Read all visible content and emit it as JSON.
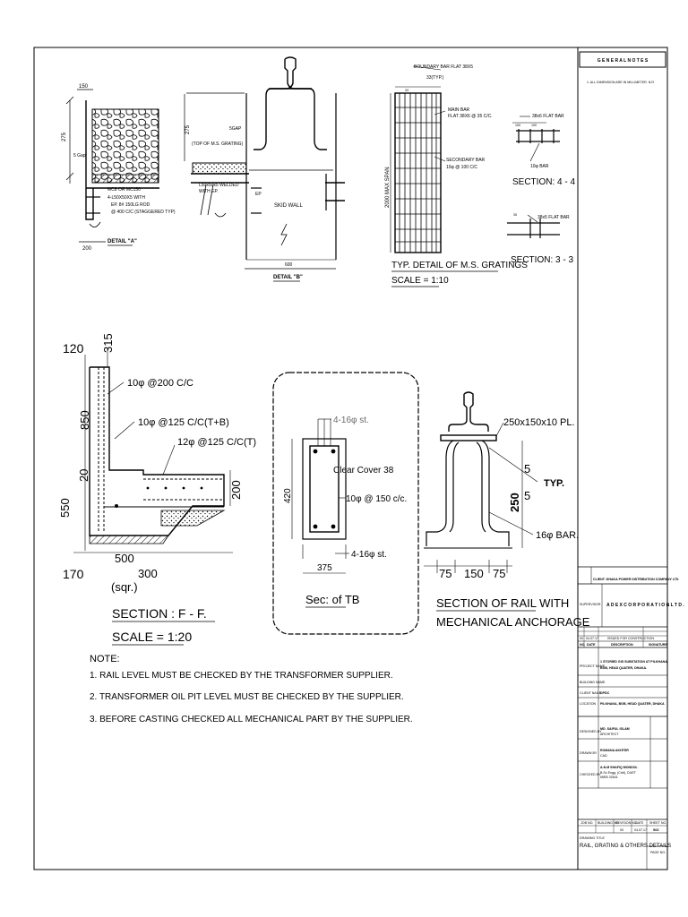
{
  "general_notes": {
    "title": "G E N E R A L   N O T E S",
    "note1": "1. ALL DIMENSION ARE IN MILLIMETER. N.R"
  },
  "detail_a": {
    "dim_top": "150",
    "dim_side": "275",
    "gap": "5 Gap",
    "mc": "MC8 OR MC150",
    "label1": "4-L50X50X5 WITH",
    "label2": "EP. 8# 150LG ROD",
    "label3": "@ 400 C/C (STAGGERED TYP)",
    "dim_bottom": "200",
    "title": "DETAIL \"A\""
  },
  "detail_b": {
    "dim_side": "275",
    "gap": "5GAP",
    "top_label": "(TOP OF M.S. GRATING)",
    "angle1": "L50x50x5 WELDED",
    "angle2": "WITH EP.",
    "ep": "EP",
    "skid": "SKID WALL",
    "dim_bottom": "600",
    "title": "DETAIL \"B\""
  },
  "grating": {
    "boundary1": "BOUNDARY BAR FLAT 38X5",
    "boundary2": "33(TYP.)",
    "dim33": "33",
    "main1": "MAIN BAR",
    "main2": "FLAT 38X6 @ 35 C/C.",
    "sec1": "SECONDARY BAR",
    "sec2": "10φ @ 100 C/C",
    "span": "2000 MAX SPAN",
    "title": "TYP. DETAIL OF M.S. GRATINGS",
    "scale": "SCALE = 1:10"
  },
  "section44": {
    "flat": "38x6 FLAT BAR",
    "d1": "100",
    "d2": "100",
    "bar": "10φ BAR",
    "title": "SECTION: 4 - 4"
  },
  "section33": {
    "d": "35",
    "flat": "38x5 FLAT BAR",
    "title": "SECTION: 3 - 3"
  },
  "section_ff": {
    "d120": "120",
    "d315": "315",
    "d850": "850",
    "d20": "20",
    "d550": "550",
    "d200": "200",
    "d170": "170",
    "d500": "500",
    "d300": "300",
    "sqr": "(sqr.)",
    "bar1": "10φ @200 C/C",
    "bar2": "10φ @125 C/C(T+B)",
    "bar3": "12φ @125 C/C(T)",
    "title": "SECTION : F - F.",
    "scale": "SCALE = 1:20"
  },
  "sec_tb": {
    "top": "4-16φ st.",
    "cover": "Clear Cover 38",
    "stirrup": "10φ @ 150 c/c.",
    "bottom": "4-16φ st.",
    "height": "420",
    "width": "375",
    "title": "Sec: of TB"
  },
  "rail": {
    "plate": "250x150x10 PL.",
    "w1": "5",
    "w2": "5",
    "typ": "TYP.",
    "h": "250",
    "bar": "16φ BAR.",
    "b1": "75",
    "b2": "150",
    "b3": "75",
    "title1": "SECTION OF RAIL WITH",
    "title2": "MECHANICAL ANCHORAGE"
  },
  "notes": {
    "heading": "NOTE:",
    "n1": "1. RAIL LEVEL MUST BE CHECKED BY THE TRANSFORMER SUPPLIER.",
    "n2": "2. TRANSFORMER OIL PIT LEVEL MUST BE CHECKED BY THE SUPPLIER.",
    "n3": "3. BEFORE CASTING CHECKED ALL MECHANICAL PART BY THE SUPPLIER."
  },
  "title_block": {
    "client": "CLIENT: DHAKA POWER DISTRIBUTION COMPANY LTD",
    "supervisor_label": "SUPERVISOR",
    "company": "A D E X   C O R P O R A T I O N   L T D .",
    "rev_no": "00",
    "rev_date": "04.07.17",
    "rev_desc": "ISSUED FOR CONSTRUCTION",
    "col_no": "NO.",
    "col_date": "DATE",
    "col_desc": "DESCRIPTION",
    "col_sign": "SIGNATURE",
    "project_label": "PROJECT NAME",
    "project1": "1 STORIED GIS SUBSTATION AT PILKHANA,",
    "project2": "BGB, HEAD QUATER, DHAKA.",
    "building_label": "BUILDING NAME",
    "client_label": "CLIENT NAME",
    "client_name": "DPDC",
    "location_label": "LOCATION",
    "location": "PILKHANA, BGB, HEAD QUATER, DHAKA",
    "designed_label": "DESIGNED BY",
    "designer": "MD. SAIFUL ISLAM",
    "designer_role": "ARCHITECT",
    "drawn_label": "DRAWN BY",
    "drawer": "ROMANA AKHTER",
    "drawer_role": "CAD",
    "checked_label": "CHECKED BY",
    "checker": "A.N.M SHAFIQ MONDOL",
    "checker_role1": "B.Sc Engg. (Civil), DUET",
    "checker_role2": "MIEB 32641",
    "h_job": "JOB NO.",
    "h_building": "BUILDING NO.",
    "h_revision": "REVISION NO.",
    "h_date": "DATE",
    "h_sheet": "SHEET NO.",
    "v_revision": "00",
    "v_date": "04.07.17",
    "v_sheet": "S03",
    "drawing_title_label": "DRAWING TITLE",
    "drawing_title": "RAIL, GRATING & OTHERS DETAILS",
    "page_no": "PAGE NO."
  }
}
